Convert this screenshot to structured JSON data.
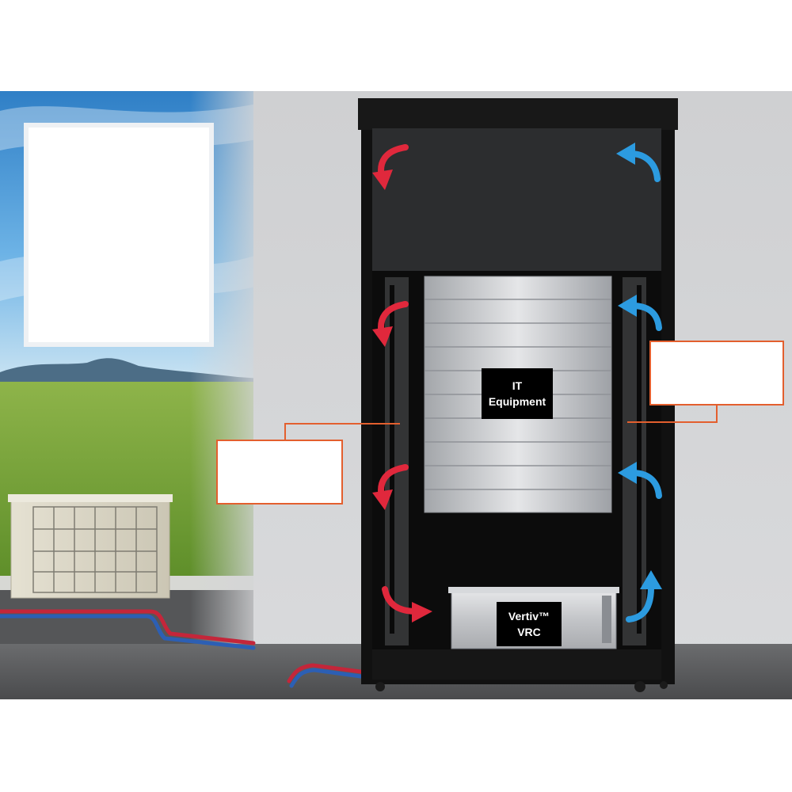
{
  "labels": {
    "it_equipment": [
      "IT",
      "Equipment"
    ],
    "vrc": [
      "Vertiv™",
      "VRC"
    ]
  },
  "colors": {
    "hot_air": "#e0283c",
    "cold_air": "#2c9be0",
    "callout_border": "#e35f2e",
    "rack": "#111111",
    "wall": "#d3d4d6",
    "floor": "#5a5b5d"
  },
  "icons": {
    "hot_arrow": "curved-arrow-icon",
    "cold_arrow": "curved-arrow-icon"
  }
}
